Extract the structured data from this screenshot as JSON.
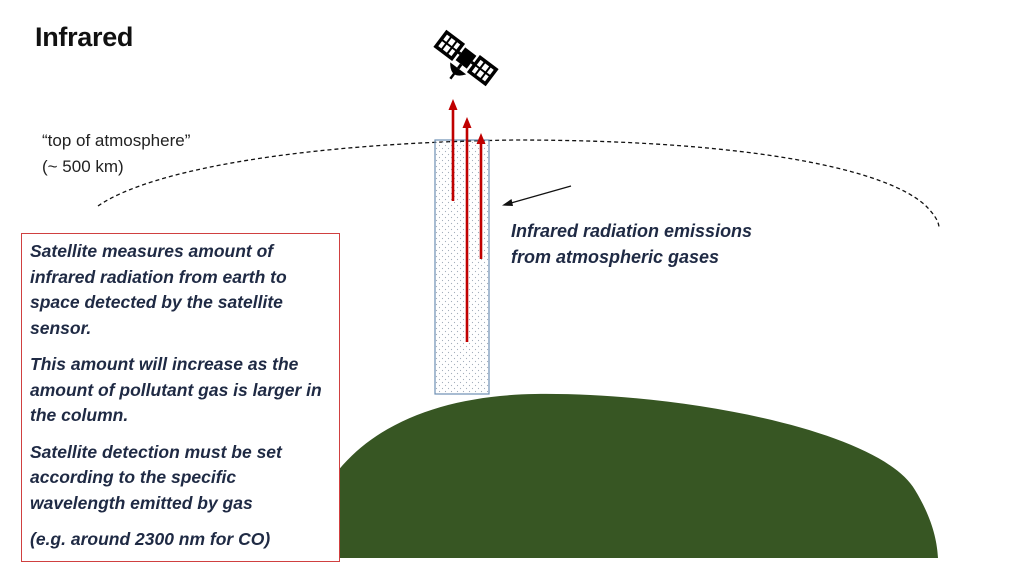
{
  "title": "Infrared",
  "atmosphere_label": {
    "line1": "“top of atmosphere”",
    "line2": "(~ 500 km)"
  },
  "emission_label": {
    "line1": "Infrared radiation emissions",
    "line2": "from atmospheric gases"
  },
  "info_box": {
    "paragraphs": [
      "Satellite measures amount of infrared radiation from earth to space detected by the satellite sensor.",
      "This amount will increase as the amount of pollutant gas is larger in the column.",
      "Satellite detection must be set according to the specific wavelength emitted by gas",
      "(e.g. around 2300 nm for CO)"
    ]
  },
  "icons": {
    "satellite": "satellite-icon",
    "arrow": "pointer-arrow-icon"
  },
  "colors": {
    "earth": "#375623",
    "arrows": "#c00000",
    "column_border": "#6d8fb3",
    "box_border": "#d04040",
    "text_dark": "#1f2a44"
  }
}
